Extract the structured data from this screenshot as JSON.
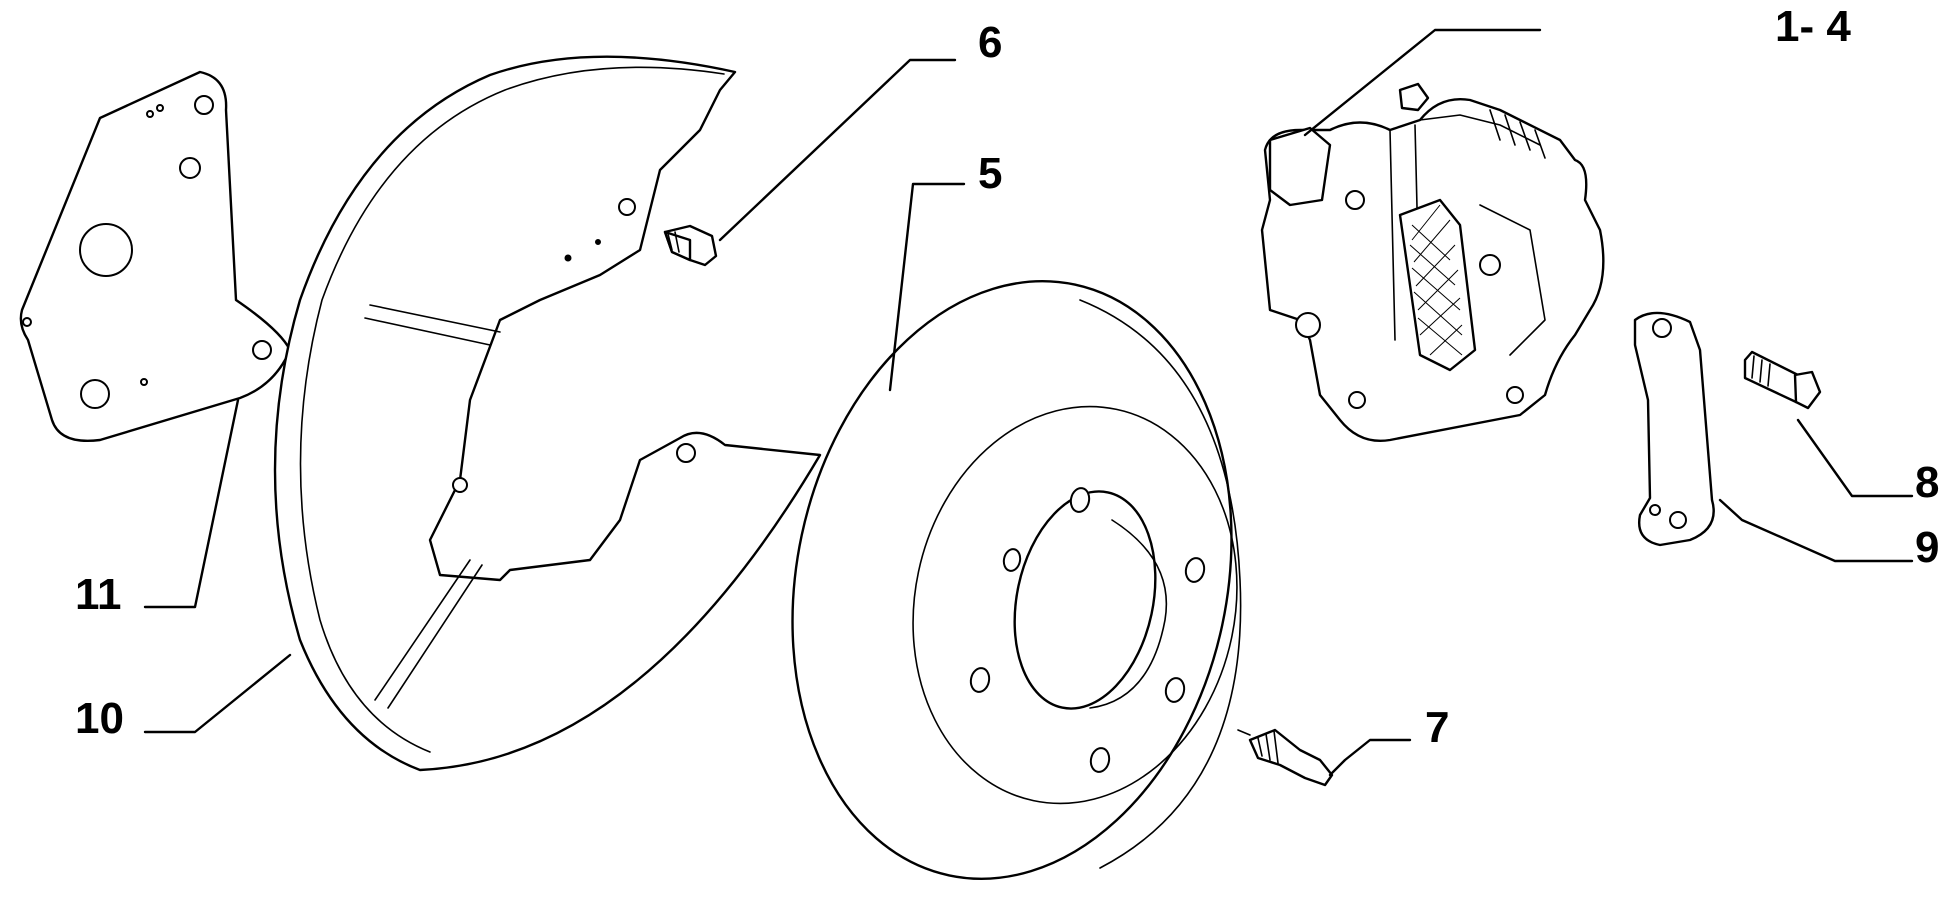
{
  "callouts": {
    "c1_4": "1- 4",
    "c5": "5",
    "c6": "6",
    "c7": "7",
    "c8": "8",
    "c9": "9",
    "c10": "10",
    "c11": "11"
  },
  "colors": {
    "line": "#000000",
    "background": "#ffffff"
  }
}
